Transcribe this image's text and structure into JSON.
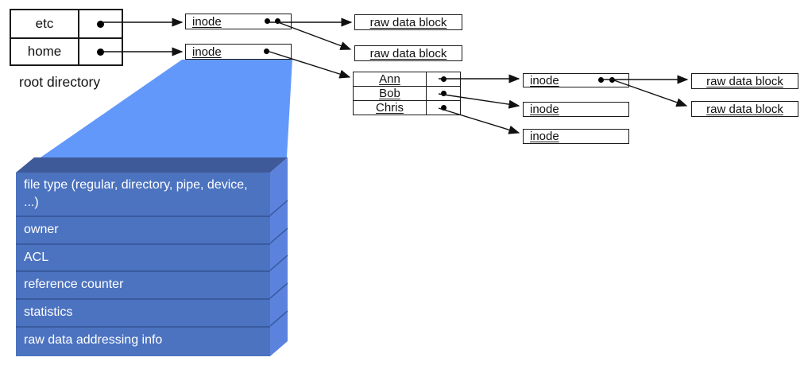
{
  "labels": {
    "root_directory": "root directory",
    "inode": "inode",
    "raw_data_block": "raw data block"
  },
  "root_directory_table": {
    "rows": [
      {
        "name": "etc"
      },
      {
        "name": "home"
      }
    ]
  },
  "home_directory_table": {
    "rows": [
      {
        "name": "Ann"
      },
      {
        "name": "Bob"
      },
      {
        "name": "Chris"
      }
    ]
  },
  "inode_detail": {
    "fields": [
      "file type (regular, directory, pipe, device, ...)",
      "owner",
      "ACL",
      "reference counter",
      "statistics",
      "raw data addressing info"
    ]
  },
  "colors": {
    "funnel": "#6398FB",
    "box-front": "#4C73C0",
    "box-top": "#3E5A99",
    "box-side": "#5B83DE",
    "box-separator": "#3A5A9F",
    "line": "#111111"
  }
}
